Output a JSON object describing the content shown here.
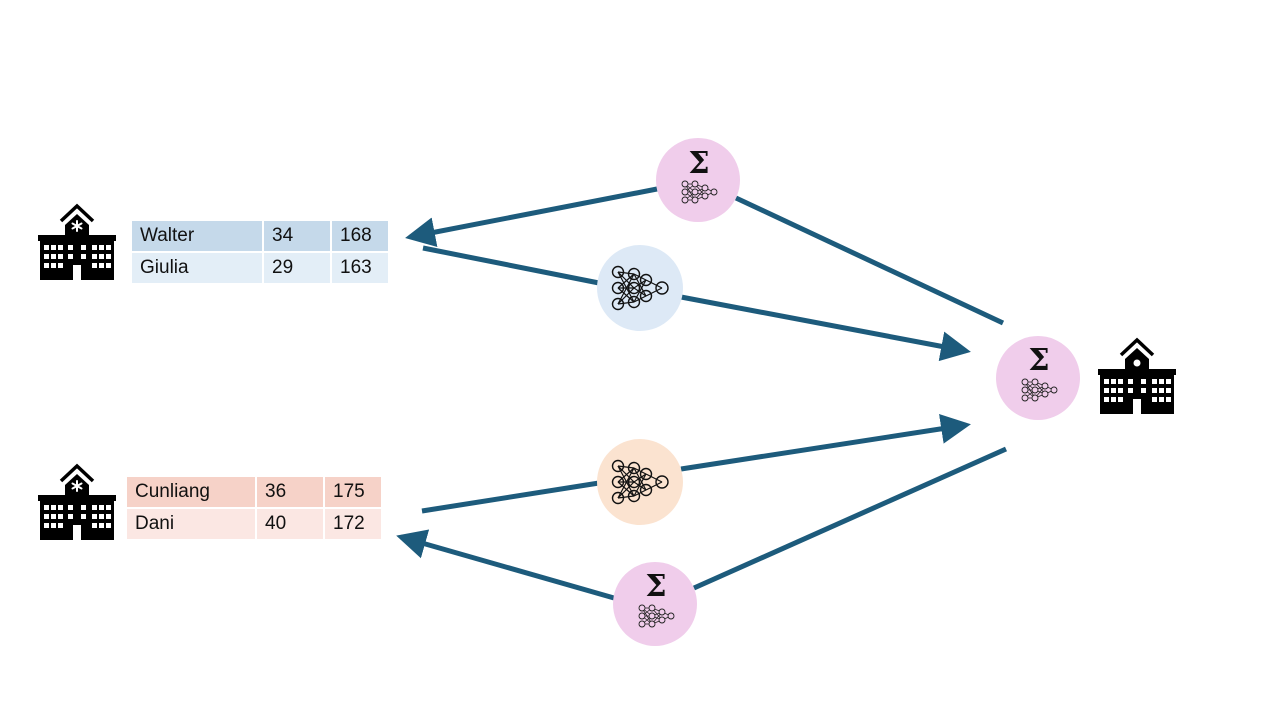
{
  "colors": {
    "arrow": "#1d5b7c",
    "aggregate_node": "#f0cdeb",
    "model_node_blue": "#dde9f6",
    "model_node_orange": "#fbe3d0",
    "table_top_header": "#c5d9ea",
    "table_top_row": "#e3eef7",
    "table_bottom_header": "#f6d2c8",
    "table_bottom_row": "#fbe7e3",
    "building": "#000000"
  },
  "icons": {
    "building_hospital": "hospital-building-icon",
    "building_server": "server-building-icon",
    "aggregate_symbol": "Σ",
    "neural_network": "neural-network-icon"
  },
  "tables": {
    "top": {
      "rows": [
        [
          "Walter",
          "34",
          "168"
        ],
        [
          "Giulia",
          "29",
          "163"
        ]
      ]
    },
    "bottom": {
      "rows": [
        [
          "Cunliang",
          "36",
          "175"
        ],
        [
          "Dani",
          "40",
          "172"
        ]
      ]
    }
  }
}
